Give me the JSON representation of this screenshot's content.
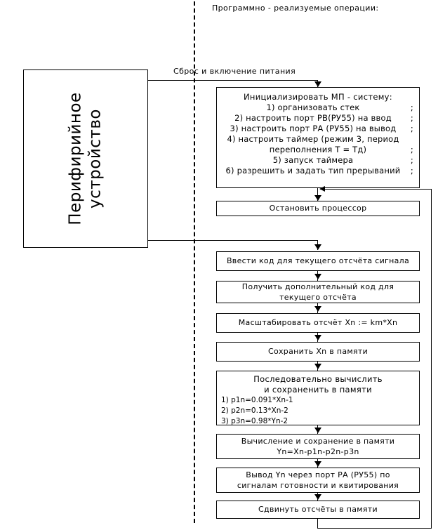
{
  "diagram": {
    "title_caption": "Программно - реализуемые операции:",
    "reset_caption": "Сброс и включение питания",
    "peripheral": {
      "label_line1": "Перифирийное",
      "label_line2": "устройство"
    },
    "init_block": {
      "title": "Инициализировать МП - систему:",
      "items": [
        {
          "text": "1) организовать стек",
          "sep": ";"
        },
        {
          "text": "2) настроить порт РВ(РУ55) на ввод",
          "sep": ";"
        },
        {
          "text": "3) настроить порт РА (РУ55) на вывод",
          "sep": ";"
        },
        {
          "text": "4) настроить таймер (режим  3,  период",
          "sep": ""
        },
        {
          "text": "переполнения Т = Тд)",
          "sep": ";",
          "indent": true
        },
        {
          "text": "5) запуск таймера",
          "sep": ";"
        },
        {
          "text": "6) разрешить и задать тип прерываний",
          "sep": ";"
        }
      ]
    },
    "steps": [
      {
        "id": "halt",
        "lines": [
          "Остановить процессор"
        ]
      },
      {
        "id": "input",
        "lines": [
          "Ввести код  для текущего отсчёта сигнала"
        ]
      },
      {
        "id": "compl",
        "lines": [
          "Получить дополнительный код для",
          "текущего отсчёта"
        ]
      },
      {
        "id": "scale",
        "lines": [
          "Масштабировать отсчёт Xn := km*Xn"
        ]
      },
      {
        "id": "store",
        "lines": [
          "Сохранить Xn в памяти"
        ]
      },
      {
        "id": "output",
        "lines": [
          "Вывод Yn через порт РА (РУ55) по",
          "сигналам готовности и квитирования"
        ]
      },
      {
        "id": "shift",
        "lines": [
          "Сдвинуть отсчёты в памяти"
        ]
      }
    ],
    "sequential_block": {
      "head_line1": "Последовательно вычислить",
      "head_line2": "и сохраненить в памяти",
      "equations": [
        "1) p1n=0.091*Xn-1",
        "2) p2n=0.13*Xn-2",
        "3) p3n=0.98*Yn-2"
      ]
    },
    "compute_block": {
      "line1": "Вычисление и сохранение в памяти",
      "line2": "Yn=Xn-p1n-p2n-p3n"
    },
    "colors": {
      "stroke": "#000000",
      "background": "#ffffff"
    }
  }
}
